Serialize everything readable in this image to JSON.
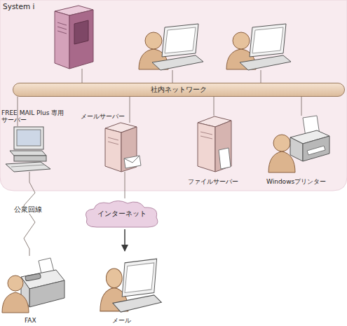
{
  "diagram": {
    "nodes": [
      {
        "text": [
          "System i"
        ]
      },
      {
        "text": [
          "社内ネットワーク"
        ]
      },
      {
        "text": [
          "FREE MAIL Plus 専用 サーバー"
        ]
      },
      {
        "text": [
          "メールサーバー"
        ]
      },
      {
        "text": [
          "ファイルサーバー"
        ]
      },
      {
        "text": [
          "Windowsプリンター"
        ]
      },
      {
        "text": [
          "インターネット"
        ]
      },
      {
        "text": [
          "FAX"
        ]
      },
      {
        "text": [
          "メール"
        ]
      }
    ],
    "edges": [
      {
        "from": 0,
        "to": 1,
        "arrow": "none"
      },
      {
        "from": 1,
        "to": 2,
        "arrow": "none"
      },
      {
        "from": 1,
        "to": 3,
        "arrow": "none"
      },
      {
        "from": 1,
        "to": 4,
        "arrow": "none"
      },
      {
        "from": 1,
        "to": 5,
        "arrow": "none"
      },
      {
        "from": 2,
        "to": 7,
        "label": "公衆回線",
        "arrow": "none"
      },
      {
        "from": 3,
        "to": 6,
        "arrow": "none"
      },
      {
        "from": 6,
        "to": 8,
        "arrow": "to"
      }
    ]
  }
}
